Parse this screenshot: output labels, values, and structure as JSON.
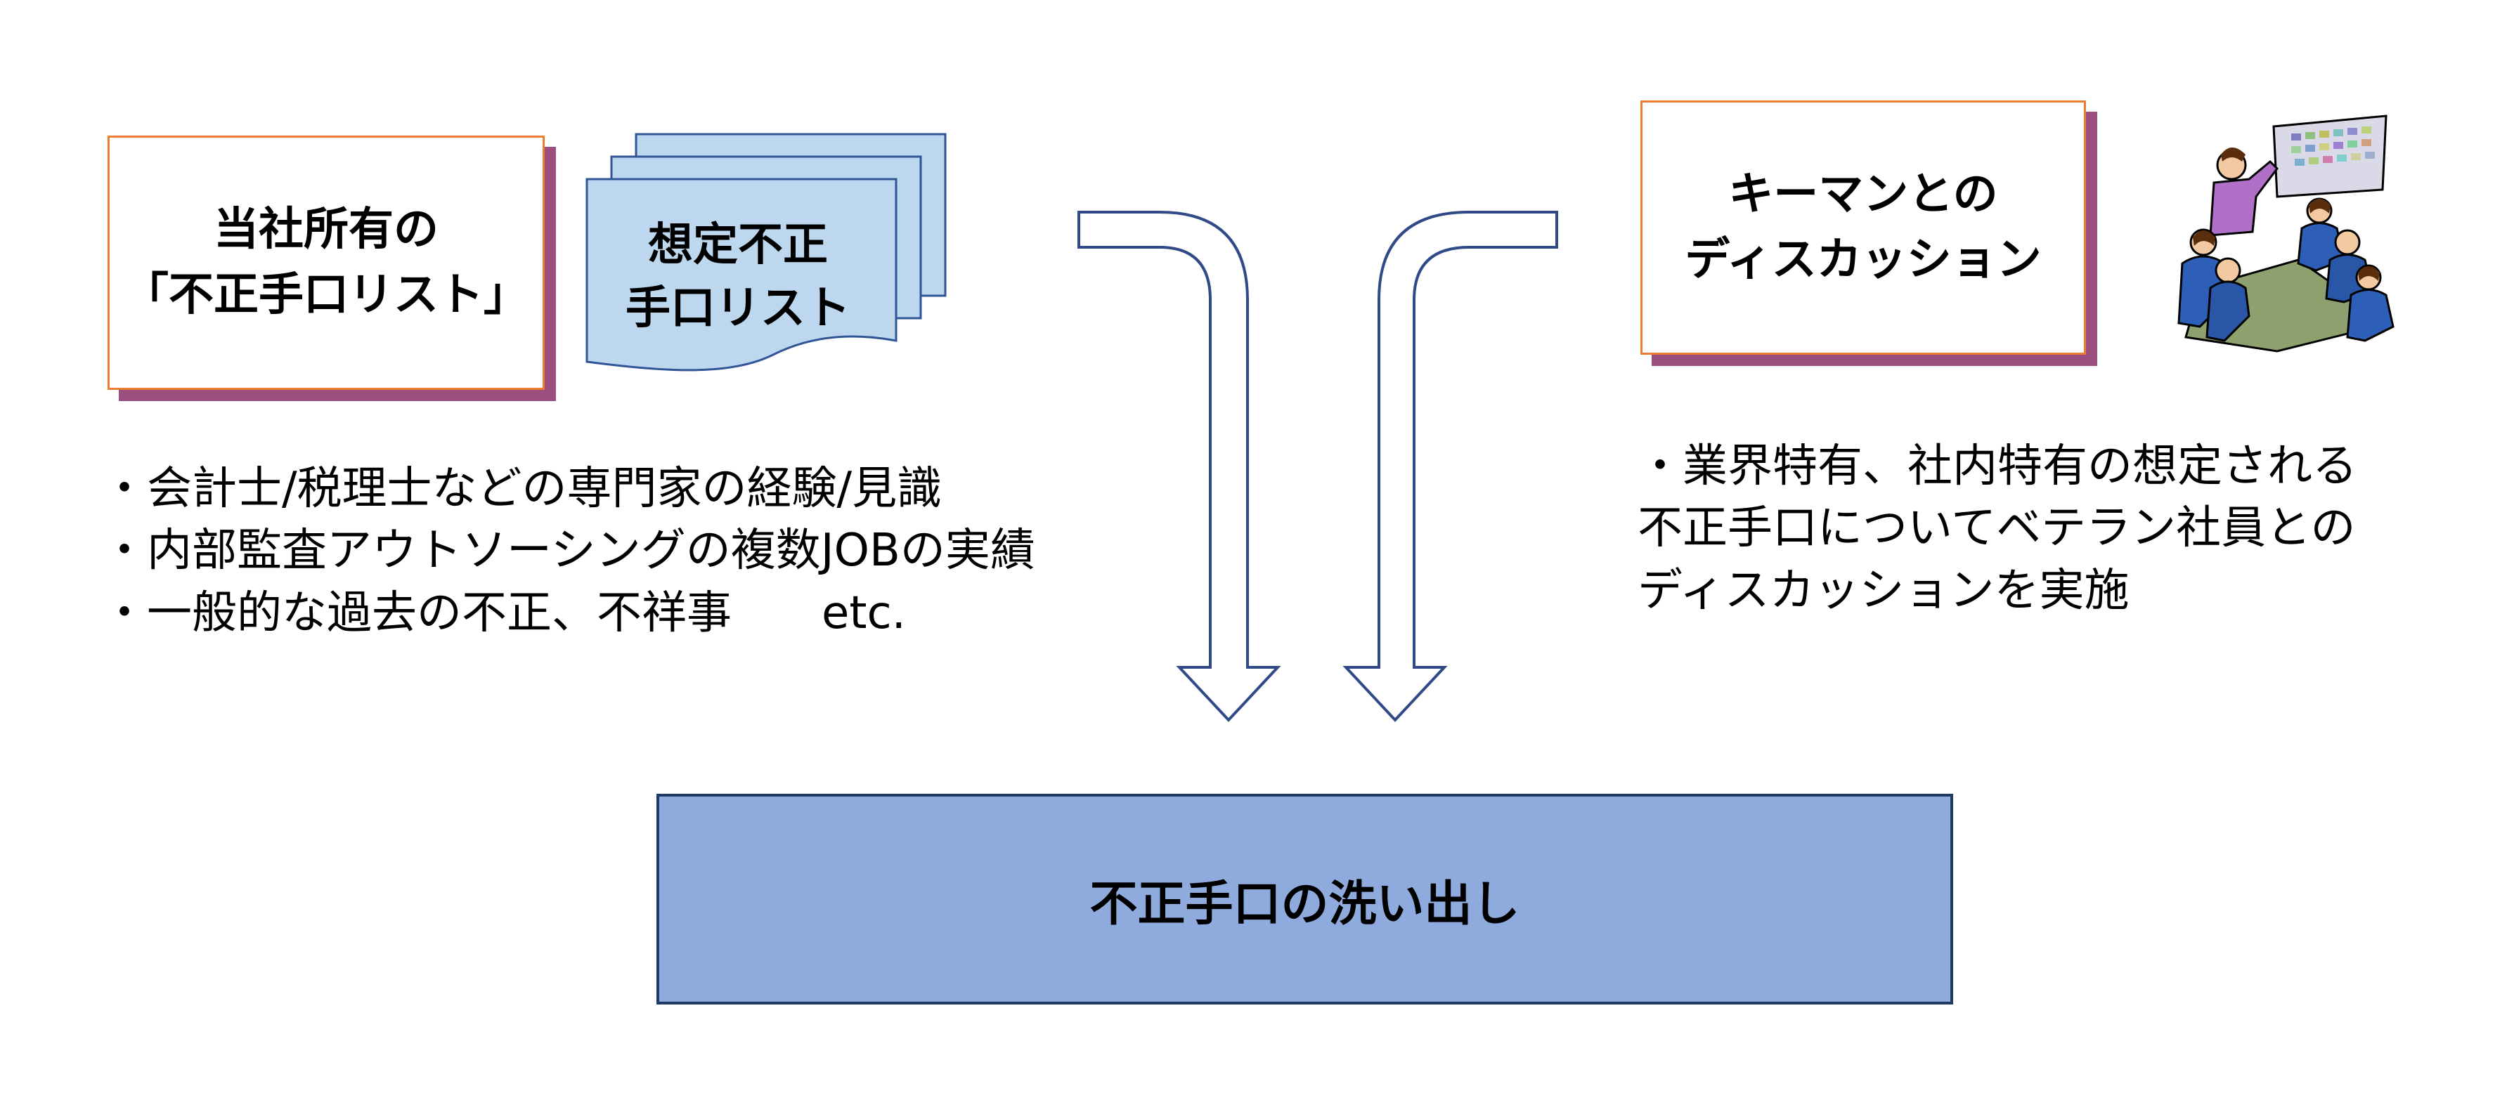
{
  "left_box": {
    "line1": "当社所有の",
    "line2": "「不正手口リスト」"
  },
  "doc_stack": {
    "line1": "想定不正",
    "line2": "手口リスト"
  },
  "right_box": {
    "line1": "キーマンとの",
    "line2": "ディスカッション"
  },
  "left_bullets": [
    "・会計士/税理士などの専門家の経験/見識",
    "・内部監査アウトソーシングの複数JOBの実績",
    "・一般的な過去の不正、不祥事　　etc."
  ],
  "right_bullets": [
    "・業界特有、社内特有の想定される",
    "不正手口についてベテラン社員との",
    "ディスカッションを実施"
  ],
  "result_box": {
    "label": "不正手口の洗い出し"
  },
  "colors": {
    "box_border": "#ED7D31",
    "box_shadow": "#9B4F7E",
    "doc_fill": "#BDD7EE",
    "doc_stroke": "#2F5597",
    "arrow_stroke": "#2F4A86",
    "result_fill": "#8FAADC",
    "result_border": "#1F3864"
  },
  "icons": {
    "documents": "document-stack-icon",
    "meeting": "meeting-clipart-icon"
  }
}
